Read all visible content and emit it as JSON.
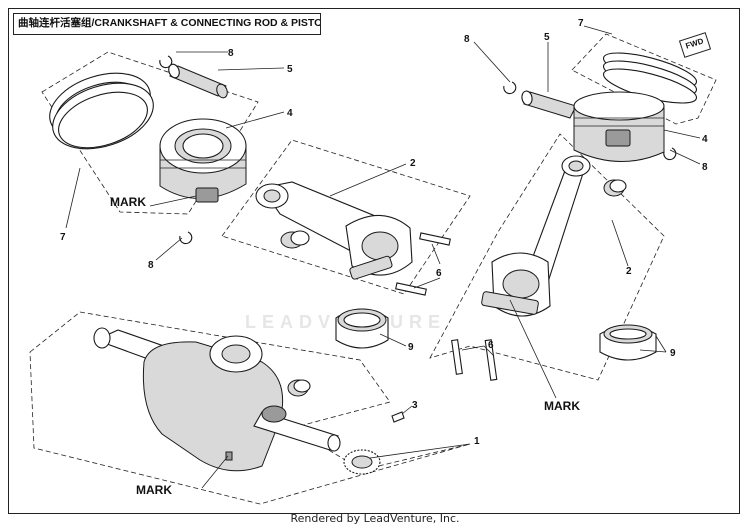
{
  "title": "曲轴连杆活塞组/CRANKSHAFT & CONNECTING ROD & PISTON ASSY",
  "fwd_label": "FWD",
  "watermark": "LEADVENTURE",
  "footer": "Rendered by LeadVenture, Inc.",
  "callouts": {
    "c8a": "8",
    "c5a": "5",
    "c4a": "4",
    "c7a": "7",
    "c8b": "8",
    "c2a": "2",
    "c6a": "6",
    "c9a": "9",
    "c3": "3",
    "c1": "1",
    "c8c": "8",
    "c5b": "5",
    "c7b": "7",
    "c4b": "4",
    "c8d": "8",
    "c2b": "2",
    "c6b": "6",
    "c9b": "9"
  },
  "marks": {
    "m1": "MARK",
    "m2": "MARK",
    "m3": "MARK"
  }
}
